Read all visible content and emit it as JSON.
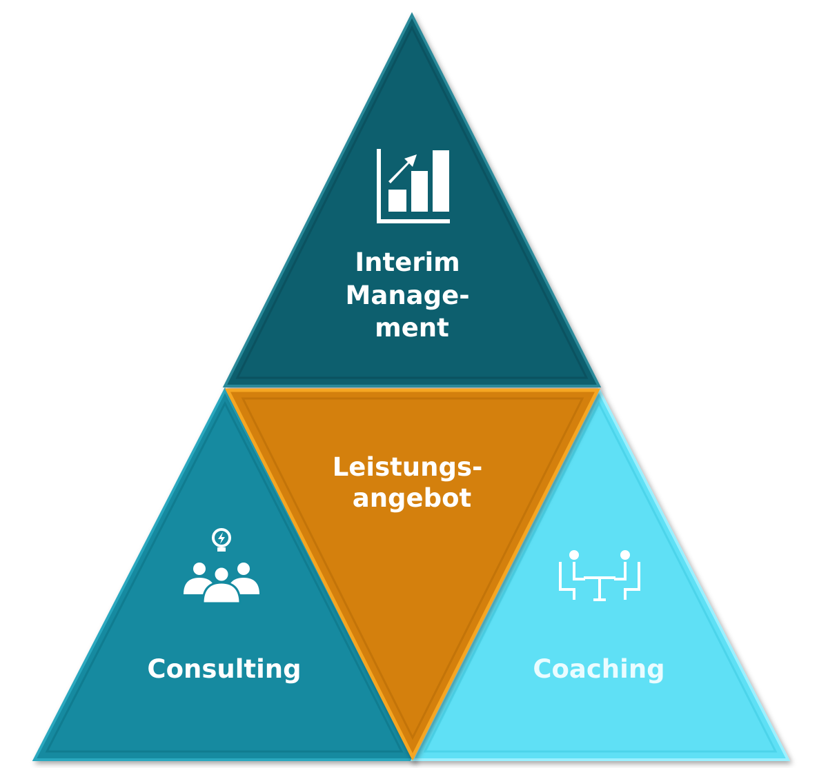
{
  "diagram": {
    "top": {
      "lines": [
        "Interim",
        "Manage-",
        "ment"
      ],
      "icon": "bar-chart-growth-icon",
      "color": "#0f5e6e"
    },
    "center": {
      "lines": [
        "Leistungs-",
        "angebot"
      ],
      "color": "#d4800c"
    },
    "left": {
      "label": "Consulting",
      "icon": "team-idea-icon",
      "color": "#138aa0"
    },
    "right": {
      "label": "Coaching",
      "icon": "meeting-table-icon",
      "color": "#5fe0f5"
    }
  }
}
